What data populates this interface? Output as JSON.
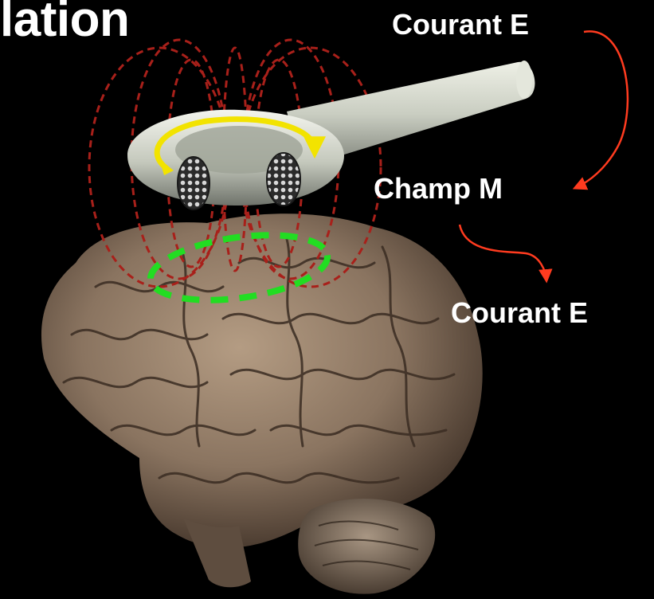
{
  "title_fragment": "lation",
  "labels": {
    "current_top": "Courant E",
    "field": "Champ M",
    "current_bottom": "Courant E"
  },
  "colors": {
    "background": "#000000",
    "text": "#ffffff",
    "arrow": "#ff3b1f",
    "field_lines": "#a8201a",
    "induced_current": "#22dd22",
    "coil_current_arrow": "#f2e300",
    "brain": "#8a7460",
    "coil": "#cfd3c8"
  },
  "icons": {
    "arrow_current_to_field": "curved-arrow-icon",
    "arrow_field_to_current": "curved-arrow-icon",
    "coil_current": "circular-arrow-icon"
  }
}
